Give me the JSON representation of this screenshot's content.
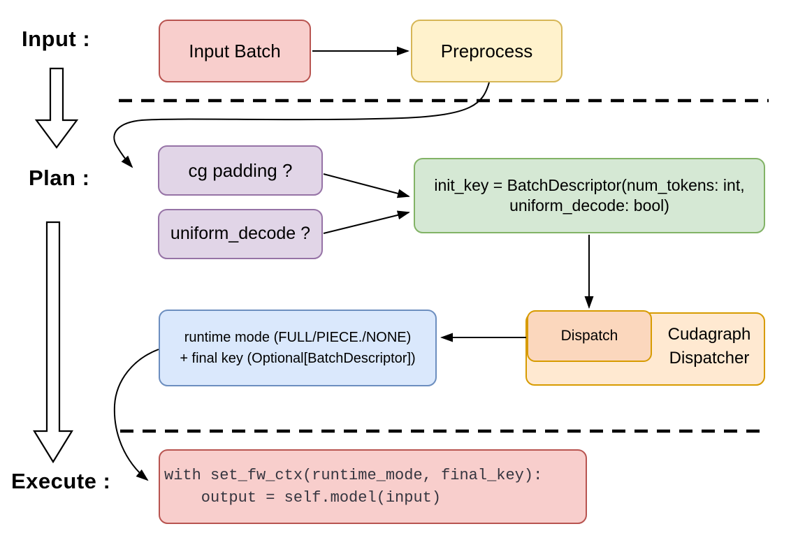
{
  "stages": {
    "input": {
      "label": "Input :"
    },
    "plan": {
      "label": "Plan :"
    },
    "execute": {
      "label": "Execute :"
    }
  },
  "nodes": {
    "input_batch": {
      "label": "Input Batch"
    },
    "preprocess": {
      "label": "Preprocess"
    },
    "cg_padding": {
      "label": "cg padding ?"
    },
    "uniform_decode": {
      "label": "uniform_decode ?"
    },
    "init_key": {
      "line1": "init_key = BatchDescriptor(num_tokens: int,",
      "line2": "uniform_decode: bool)"
    },
    "runtime_mode": {
      "line1": "runtime mode (FULL/PIECE./NONE)",
      "line2": "+ final key (Optional[BatchDescriptor])"
    },
    "dispatch": {
      "label": "Dispatch"
    },
    "cudagraph_dispatcher": {
      "line1": "Cudagraph",
      "line2": "Dispatcher"
    },
    "execute_code": {
      "line1": "with set_fw_ctx(runtime_mode, final_key):",
      "line2": "    output = self.model(input)"
    }
  },
  "colors": {
    "red_fill": "#f8cecc",
    "red_stroke": "#b85450",
    "yellow_fill": "#fff2cc",
    "yellow_stroke": "#d6b656",
    "purple_fill": "#e1d5e7",
    "purple_stroke": "#9673a6",
    "green_fill": "#d5e8d4",
    "green_stroke": "#82b366",
    "blue_fill": "#dae8fc",
    "blue_stroke": "#6c8ebf",
    "orange_outer_fill": "#ffe9d1",
    "orange_inner_fill": "#fbd7bd",
    "orange_stroke": "#d79b00",
    "connector": "#000000",
    "code_text": "#35353f"
  }
}
